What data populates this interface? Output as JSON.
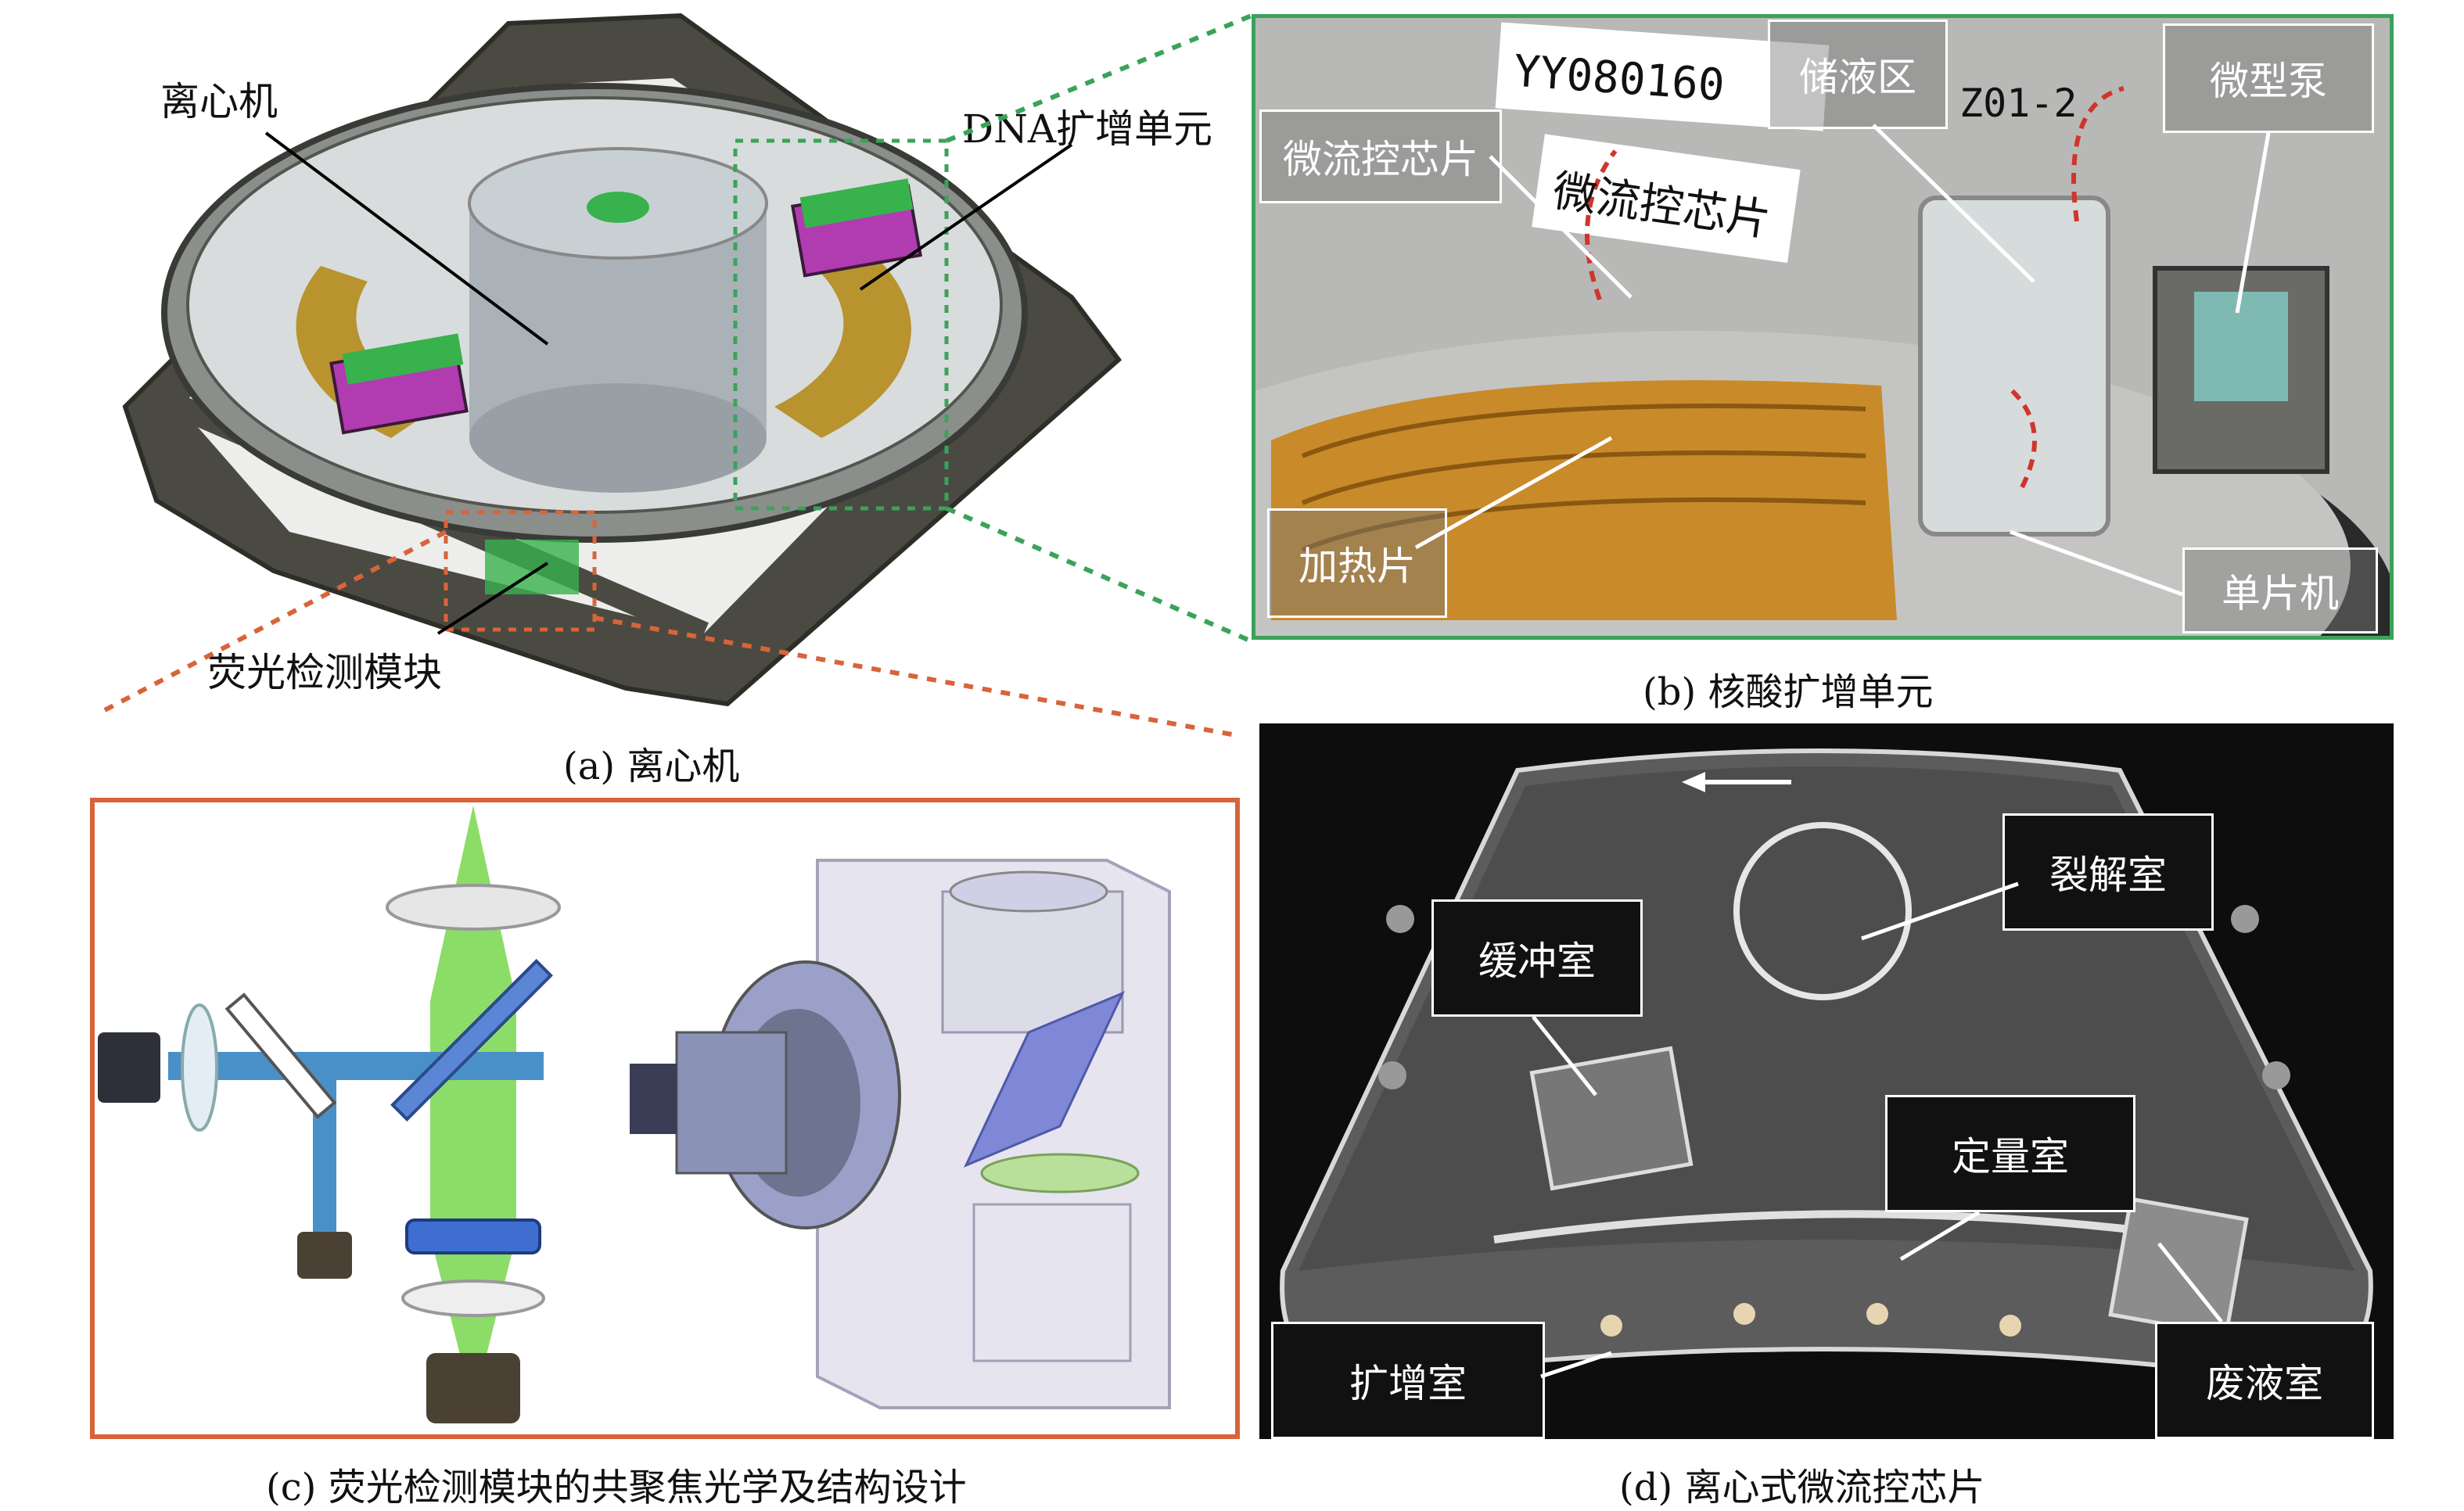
{
  "panel_a": {
    "label_centrifuge": "离心机",
    "label_dna_unit": "DNA扩增单元",
    "label_fluor_module": "荧光检测模块",
    "caption": "(a) 离心机"
  },
  "panel_b": {
    "label_chip_top": "微流控芯片",
    "label_reservoir": "储液区",
    "label_pump": "微型泵",
    "label_heater": "加热片",
    "label_mcu": "单片机",
    "sticker_id": "YY080160",
    "sticker_chip": "微流控芯片",
    "sticker_z": "Z01-2",
    "caption": "(b) 核酸扩增单元"
  },
  "panel_c": {
    "caption": "(c) 荧光检测模块的共聚焦光学及结构设计"
  },
  "panel_d": {
    "label_lysis": "裂解室",
    "label_buffer": "缓冲室",
    "label_metering": "定量室",
    "label_amplify": "扩增室",
    "label_waste": "废液室",
    "caption": "(d) 离心式微流控芯片"
  },
  "colors": {
    "green_frame": "#3aa35a",
    "orange_frame": "#d8643a",
    "beam_green": "#7ed957",
    "beam_blue": "#4a90c8",
    "magenta": "#b03cb0"
  }
}
